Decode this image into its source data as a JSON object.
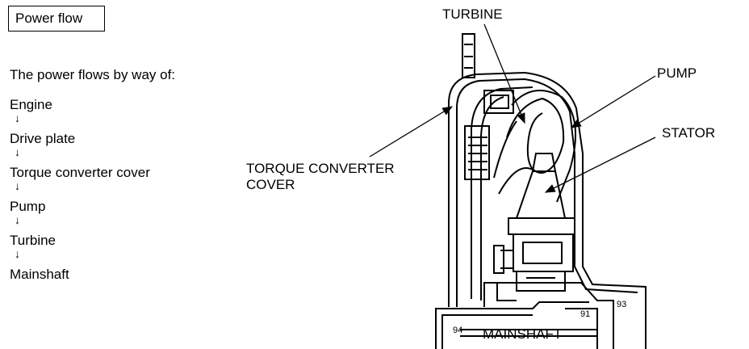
{
  "title": "Power flow",
  "intro": "The power flows by way of:",
  "flow_steps": [
    "Engine",
    "Drive plate",
    "Torque converter cover",
    "Pump",
    "Turbine",
    "Mainshaft"
  ],
  "arrow_glyph": "↓",
  "labels": {
    "turbine": "TURBINE",
    "pump": "PUMP",
    "stator": "STATOR",
    "cover_line1": "TORQUE CONVERTER",
    "cover_line2": "COVER",
    "mainshaft": "MAINSHAFT"
  },
  "ref_numbers": {
    "n91": "91",
    "n93": "93",
    "n94": "94"
  }
}
